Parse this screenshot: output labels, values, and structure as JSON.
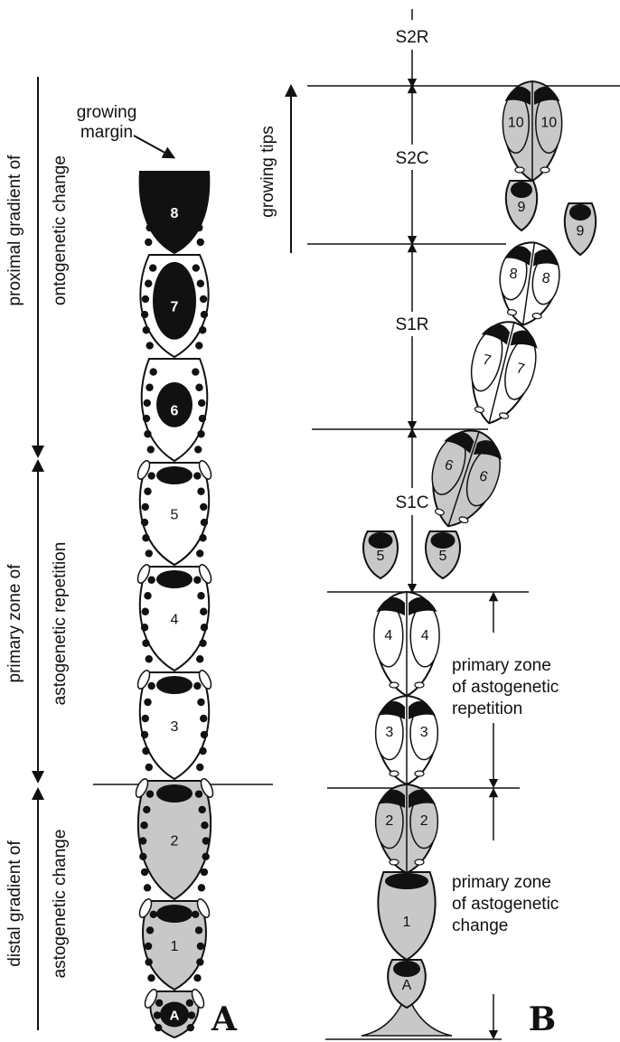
{
  "panel_a": {
    "panel_label": "A",
    "growing_margin": [
      "growing",
      "margin"
    ],
    "left_axis": [
      {
        "line1": "proximal gradient of",
        "line2": "ontogenetic change"
      },
      {
        "line1": "primary zone of",
        "line2": "astogenetic repetition"
      },
      {
        "line1": "distal gradient of",
        "line2": "astogenetic change"
      }
    ],
    "zooids": [
      "8",
      "7",
      "6",
      "5",
      "4",
      "3",
      "2",
      "1",
      "A"
    ]
  },
  "panel_b": {
    "panel_label": "B",
    "growing_tips": "growing tips",
    "segments": [
      "S2R",
      "S2C",
      "S1R",
      "S1C"
    ],
    "zones": [
      {
        "line1": "primary zone",
        "line2": "of astogenetic",
        "line3": "repetition"
      },
      {
        "line1": "primary zone",
        "line2": "of astogenetic",
        "line3": "change"
      }
    ],
    "zooid_labels": [
      "10",
      "10",
      "9",
      "9",
      "8",
      "8",
      "7",
      "7",
      "6",
      "6",
      "5",
      "5",
      "4",
      "4",
      "3",
      "3",
      "2",
      "2",
      "1",
      "A"
    ]
  },
  "colors": {
    "ink": "#111111",
    "shade": "#c8c8c8",
    "paper": "#ffffff"
  }
}
